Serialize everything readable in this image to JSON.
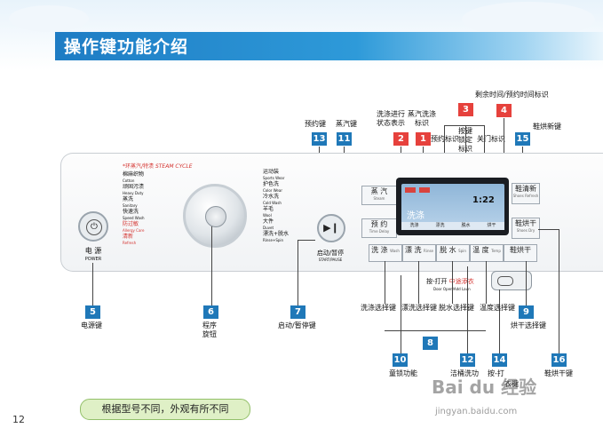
{
  "header": {
    "title": "操作键功能介绍"
  },
  "top_labels": {
    "remaining_time": "剩余时间/预约时间标识",
    "shoe_dry_new": "鞋烘新键",
    "preset": "预约键",
    "steam": "蒸汽键",
    "wash_progress": "洗涤进行\n状态表示",
    "steam_wash_icon": "蒸汽洗涤\n标识",
    "preset_icon": "预约标识",
    "key_lock_icon": "按键\n锁定\n标识",
    "door_icon": "关门标识"
  },
  "numbers": {
    "n1": "1",
    "n2": "2",
    "n3": "3",
    "n4": "4",
    "n5": "5",
    "n6": "6",
    "n7": "7",
    "n8": "8",
    "n9": "9",
    "n10": "10",
    "n11": "11",
    "n12": "12",
    "n13": "13",
    "n14": "14",
    "n15": "15",
    "n16": "16"
  },
  "dial_programs": {
    "left": [
      {
        "cn": "*环蒸汽/特渍",
        "en": "STEAM CYCLE"
      },
      {
        "cn": "棉麻织物",
        "en": "Cotton"
      },
      {
        "cn": "顽固污渍",
        "en": "Heavy Duty"
      },
      {
        "cn": "蒸洗",
        "en": "Sanitary"
      },
      {
        "cn": "快速洗",
        "en": "Speed Wash"
      },
      {
        "cn": "防过敏",
        "en": "Allergy Care"
      },
      {
        "cn": "清新",
        "en": "Refresh"
      }
    ],
    "right": [
      {
        "cn": "运动装",
        "en": "Sports Wear"
      },
      {
        "cn": "护色洗",
        "en": "Color Wear"
      },
      {
        "cn": "冷水洗",
        "en": "Cold Wash"
      },
      {
        "cn": "羊毛",
        "en": "Wool"
      },
      {
        "cn": "大件",
        "en": "Duvet"
      },
      {
        "cn": "漂洗+脱水",
        "en": "Rinse+Spin"
      }
    ]
  },
  "buttons": {
    "power": {
      "cn": "电 源",
      "en": "POWER"
    },
    "start": {
      "cn": "启动/暂停",
      "en": "START/PAUSE"
    },
    "steam": {
      "cn": "蒸 汽",
      "en": "Steam"
    },
    "preset": {
      "cn": "预 约",
      "en": "Time Delay"
    },
    "wash": {
      "cn": "洗 涤",
      "en": "Wash"
    },
    "rinse": {
      "cn": "漂 洗",
      "en": "Rinse"
    },
    "spin": {
      "cn": "脱 水",
      "en": "Spin"
    },
    "temp": {
      "cn": "温 度",
      "en": "Temp"
    },
    "shoe_refresh": {
      "cn": "鞋清新",
      "en": "Shoes Refresh"
    },
    "shoe_dry": {
      "cn": "鞋烘干",
      "en": "Shoes Dry"
    }
  },
  "lcd": {
    "mode_text": "洗涤",
    "time": "1:22",
    "tabs": [
      "洗涤",
      "漂洗",
      "脱水",
      "烘干"
    ]
  },
  "press_note": "按-打开",
  "press_note_red": "中途添衣",
  "press_note_en": "Door Open/Add Laun",
  "bottom_labels": {
    "power": "电源键",
    "dial": "程序\n旋钮",
    "start": "启动/暂停键",
    "wash_key": "洗涤选择键",
    "rinse_key": "漂洗选择键",
    "spin_key": "脱水选择键",
    "temp_key": "温度选择键",
    "dry_key": "烘干选择键",
    "child_lock": "童锁功能",
    "drum_clean": "洁桶洗功",
    "add_laundry": "按-打",
    "add_laundry2": "衣键",
    "shoe_dry_key": "鞋烘干键"
  },
  "footer": {
    "note": "根据型号不同，外观有所不同",
    "page": "12"
  },
  "watermark": {
    "text": "Bai du 经验",
    "url": "jingyan.baidu.com"
  }
}
